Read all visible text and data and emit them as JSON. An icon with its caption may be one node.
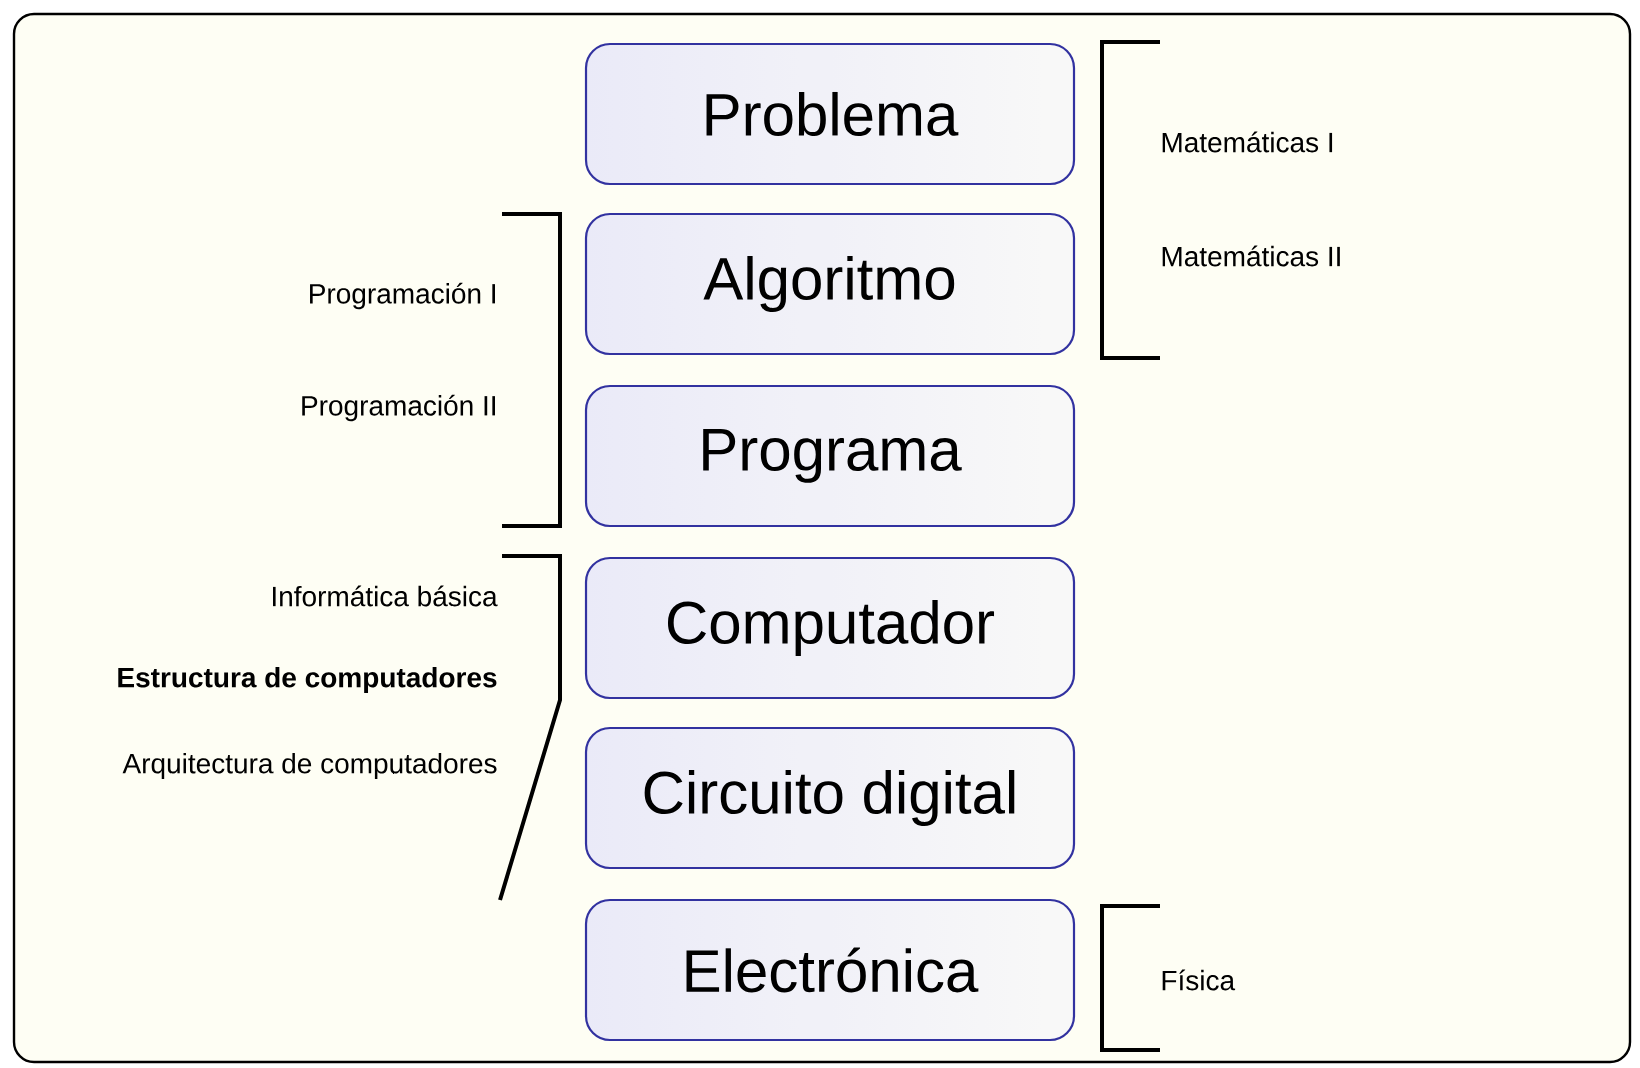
{
  "diagram": {
    "nodes": [
      {
        "text": [
          "Problema"
        ]
      },
      {
        "text": [
          "Algoritmo"
        ]
      },
      {
        "text": [
          "Programa"
        ]
      },
      {
        "text": [
          "Computador"
        ]
      },
      {
        "text": [
          "Circuito digital"
        ]
      },
      {
        "text": [
          "Electrónica"
        ]
      }
    ],
    "labels": [
      "Matemáticas I",
      "Matemáticas II",
      "Programación I",
      "Programación II",
      "Informática básica",
      "Estructura de computadores",
      "Arquitectura de computadores",
      "Física"
    ]
  }
}
